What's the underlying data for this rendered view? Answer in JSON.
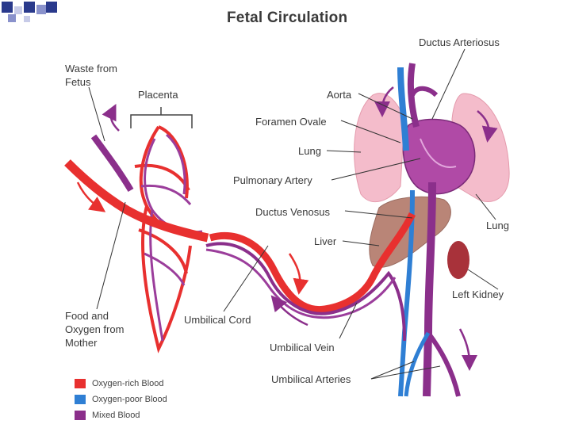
{
  "title": "Fetal Circulation",
  "colors": {
    "oxygen_rich": "#e8302f",
    "oxygen_poor": "#2f7fd4",
    "mixed": "#8b2f8b",
    "lung": "#f2b4c4",
    "liver": "#b88073",
    "kidney": "#a8323a"
  },
  "labels": {
    "waste_from_fetus": "Waste from\nFetus",
    "placenta": "Placenta",
    "ductus_arteriosus": "Ductus Arteriosus",
    "aorta": "Aorta",
    "foramen_ovale": "Foramen Ovale",
    "lung_left": "Lung",
    "pulmonary_artery": "Pulmonary Artery",
    "ductus_venosus": "Ductus Venosus",
    "liver": "Liver",
    "lung_right": "Lung",
    "left_kidney": "Left Kidney",
    "food_and_oxygen": "Food and\nOxygen from\nMother",
    "umbilical_cord": "Umbilical Cord",
    "umbilical_vein": "Umbilical Vein",
    "umbilical_arteries": "Umbilical Arteries"
  },
  "legend": [
    {
      "label": "Oxygen-rich Blood",
      "color": "#e8302f"
    },
    {
      "label": "Oxygen-poor Blood",
      "color": "#2f7fd4"
    },
    {
      "label": "Mixed Blood",
      "color": "#8b2f8b"
    }
  ]
}
